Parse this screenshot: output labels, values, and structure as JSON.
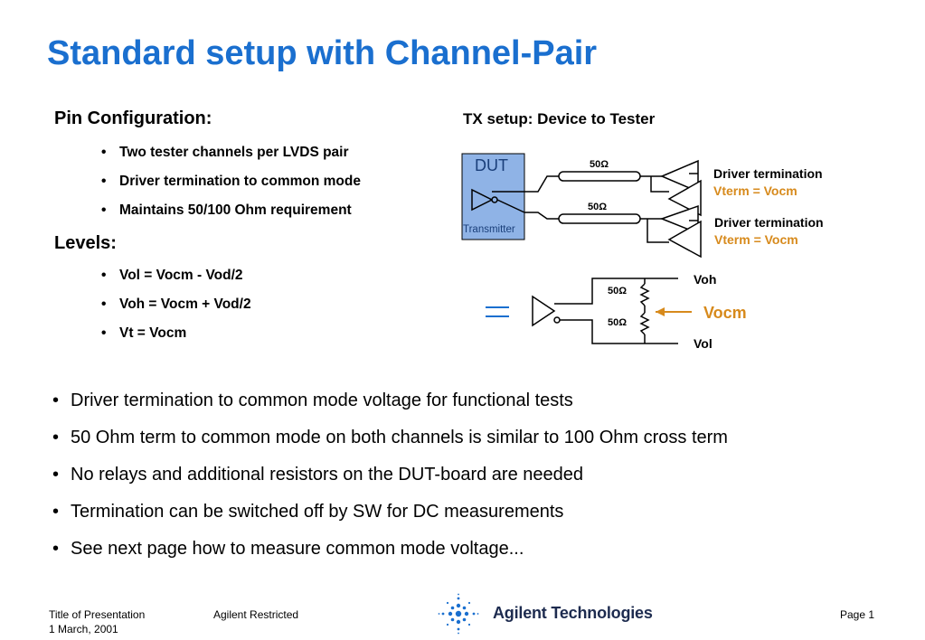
{
  "slide": {
    "title": "Standard setup with Channel-Pair",
    "pin_config": {
      "heading": "Pin Configuration:",
      "items": [
        "Two tester channels per LVDS pair",
        "Driver termination to common mode",
        "Maintains 50/100 Ohm requirement"
      ]
    },
    "levels": {
      "heading": "Levels:",
      "items": [
        "Vol = Vocm - Vod/2",
        "Voh = Vocm + Vod/2",
        "Vt = Vocm"
      ]
    },
    "tx_setup": {
      "heading": "TX setup: Device to Tester",
      "dut_label": "DUT",
      "transmitter_label": "Transmitter",
      "resistor_label_1": "50Ω",
      "resistor_label_2": "50Ω",
      "driver_termination_1": "Driver termination",
      "vterm_1": "Vterm = Vocm",
      "driver_termination_2": "Driver termination",
      "vterm_2": "Vterm = Vocm"
    },
    "equivalent": {
      "voh_label": "Voh",
      "vol_label": "Vol",
      "vocm_label": "Vocm",
      "resistor_top": "50Ω",
      "resistor_bottom": "50Ω"
    },
    "bullets": [
      "Driver termination to common mode voltage for functional tests",
      "50 Ohm term to common mode on both channels is similar to 100 Ohm cross term",
      "No relays and additional resistors on the DUT-board are needed",
      "Termination can be switched off by SW for DC measurements",
      "See next page how to measure common mode voltage..."
    ],
    "colors": {
      "title": "#1a6fcf",
      "dut_box": "#8fb3e6",
      "vterm": "#d78a1c"
    }
  },
  "footer": {
    "presentation_title": "Title of Presentation",
    "date": "1 March, 2001",
    "classification": "Agilent Restricted",
    "company": "Agilent Technologies",
    "page": "Page 1"
  }
}
